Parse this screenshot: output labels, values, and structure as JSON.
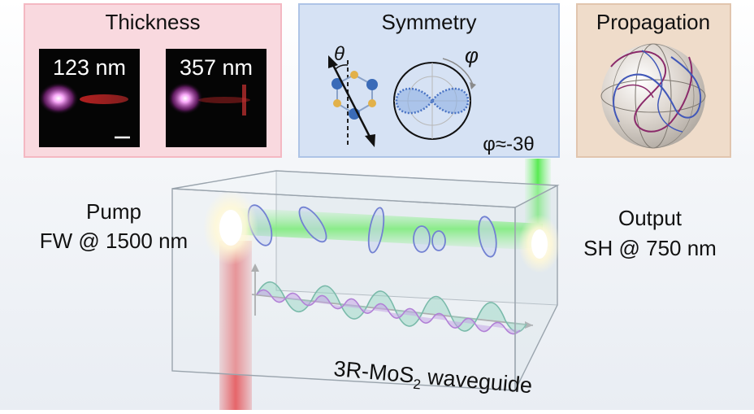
{
  "panels": {
    "thickness": {
      "title": "Thickness",
      "image_left_label": "123 nm",
      "image_right_label": "357 nm",
      "colors": {
        "border": "#f4b8c2",
        "fill": "#f9d9df",
        "pump_spot": "#f06cf0",
        "sh_streak": "#e0302a"
      }
    },
    "symmetry": {
      "title": "Symmetry",
      "theta_label": "θ",
      "phi_label": "φ",
      "relation": "φ≈-3θ",
      "colors": {
        "border": "#aec4e6",
        "fill": "#d6e2f4",
        "lobe": "#4a74c4",
        "atom_mo": "#3a6bb8",
        "atom_s": "#e2b14a"
      }
    },
    "propagation": {
      "title": "Propagation",
      "colors": {
        "border": "#e1c5ae",
        "fill": "#efdcca",
        "curve_blue": "#4258b8",
        "curve_purple": "#8a2a6a"
      }
    }
  },
  "labels": {
    "pump_line1": "Pump",
    "pump_line2": "FW @ 1500 nm",
    "output_line1": "Output",
    "output_line2": "SH @ 750 nm",
    "waveguide_main": "3R-MoS",
    "waveguide_sub": "2",
    "waveguide_tail": " waveguide"
  },
  "colors": {
    "pump_beam": "#e5565a",
    "sh_beam": "#6cf06a",
    "polarization_ellipse": "#3447c2",
    "wave_green": "#4fb89a",
    "wave_purple": "#a85ad8"
  }
}
